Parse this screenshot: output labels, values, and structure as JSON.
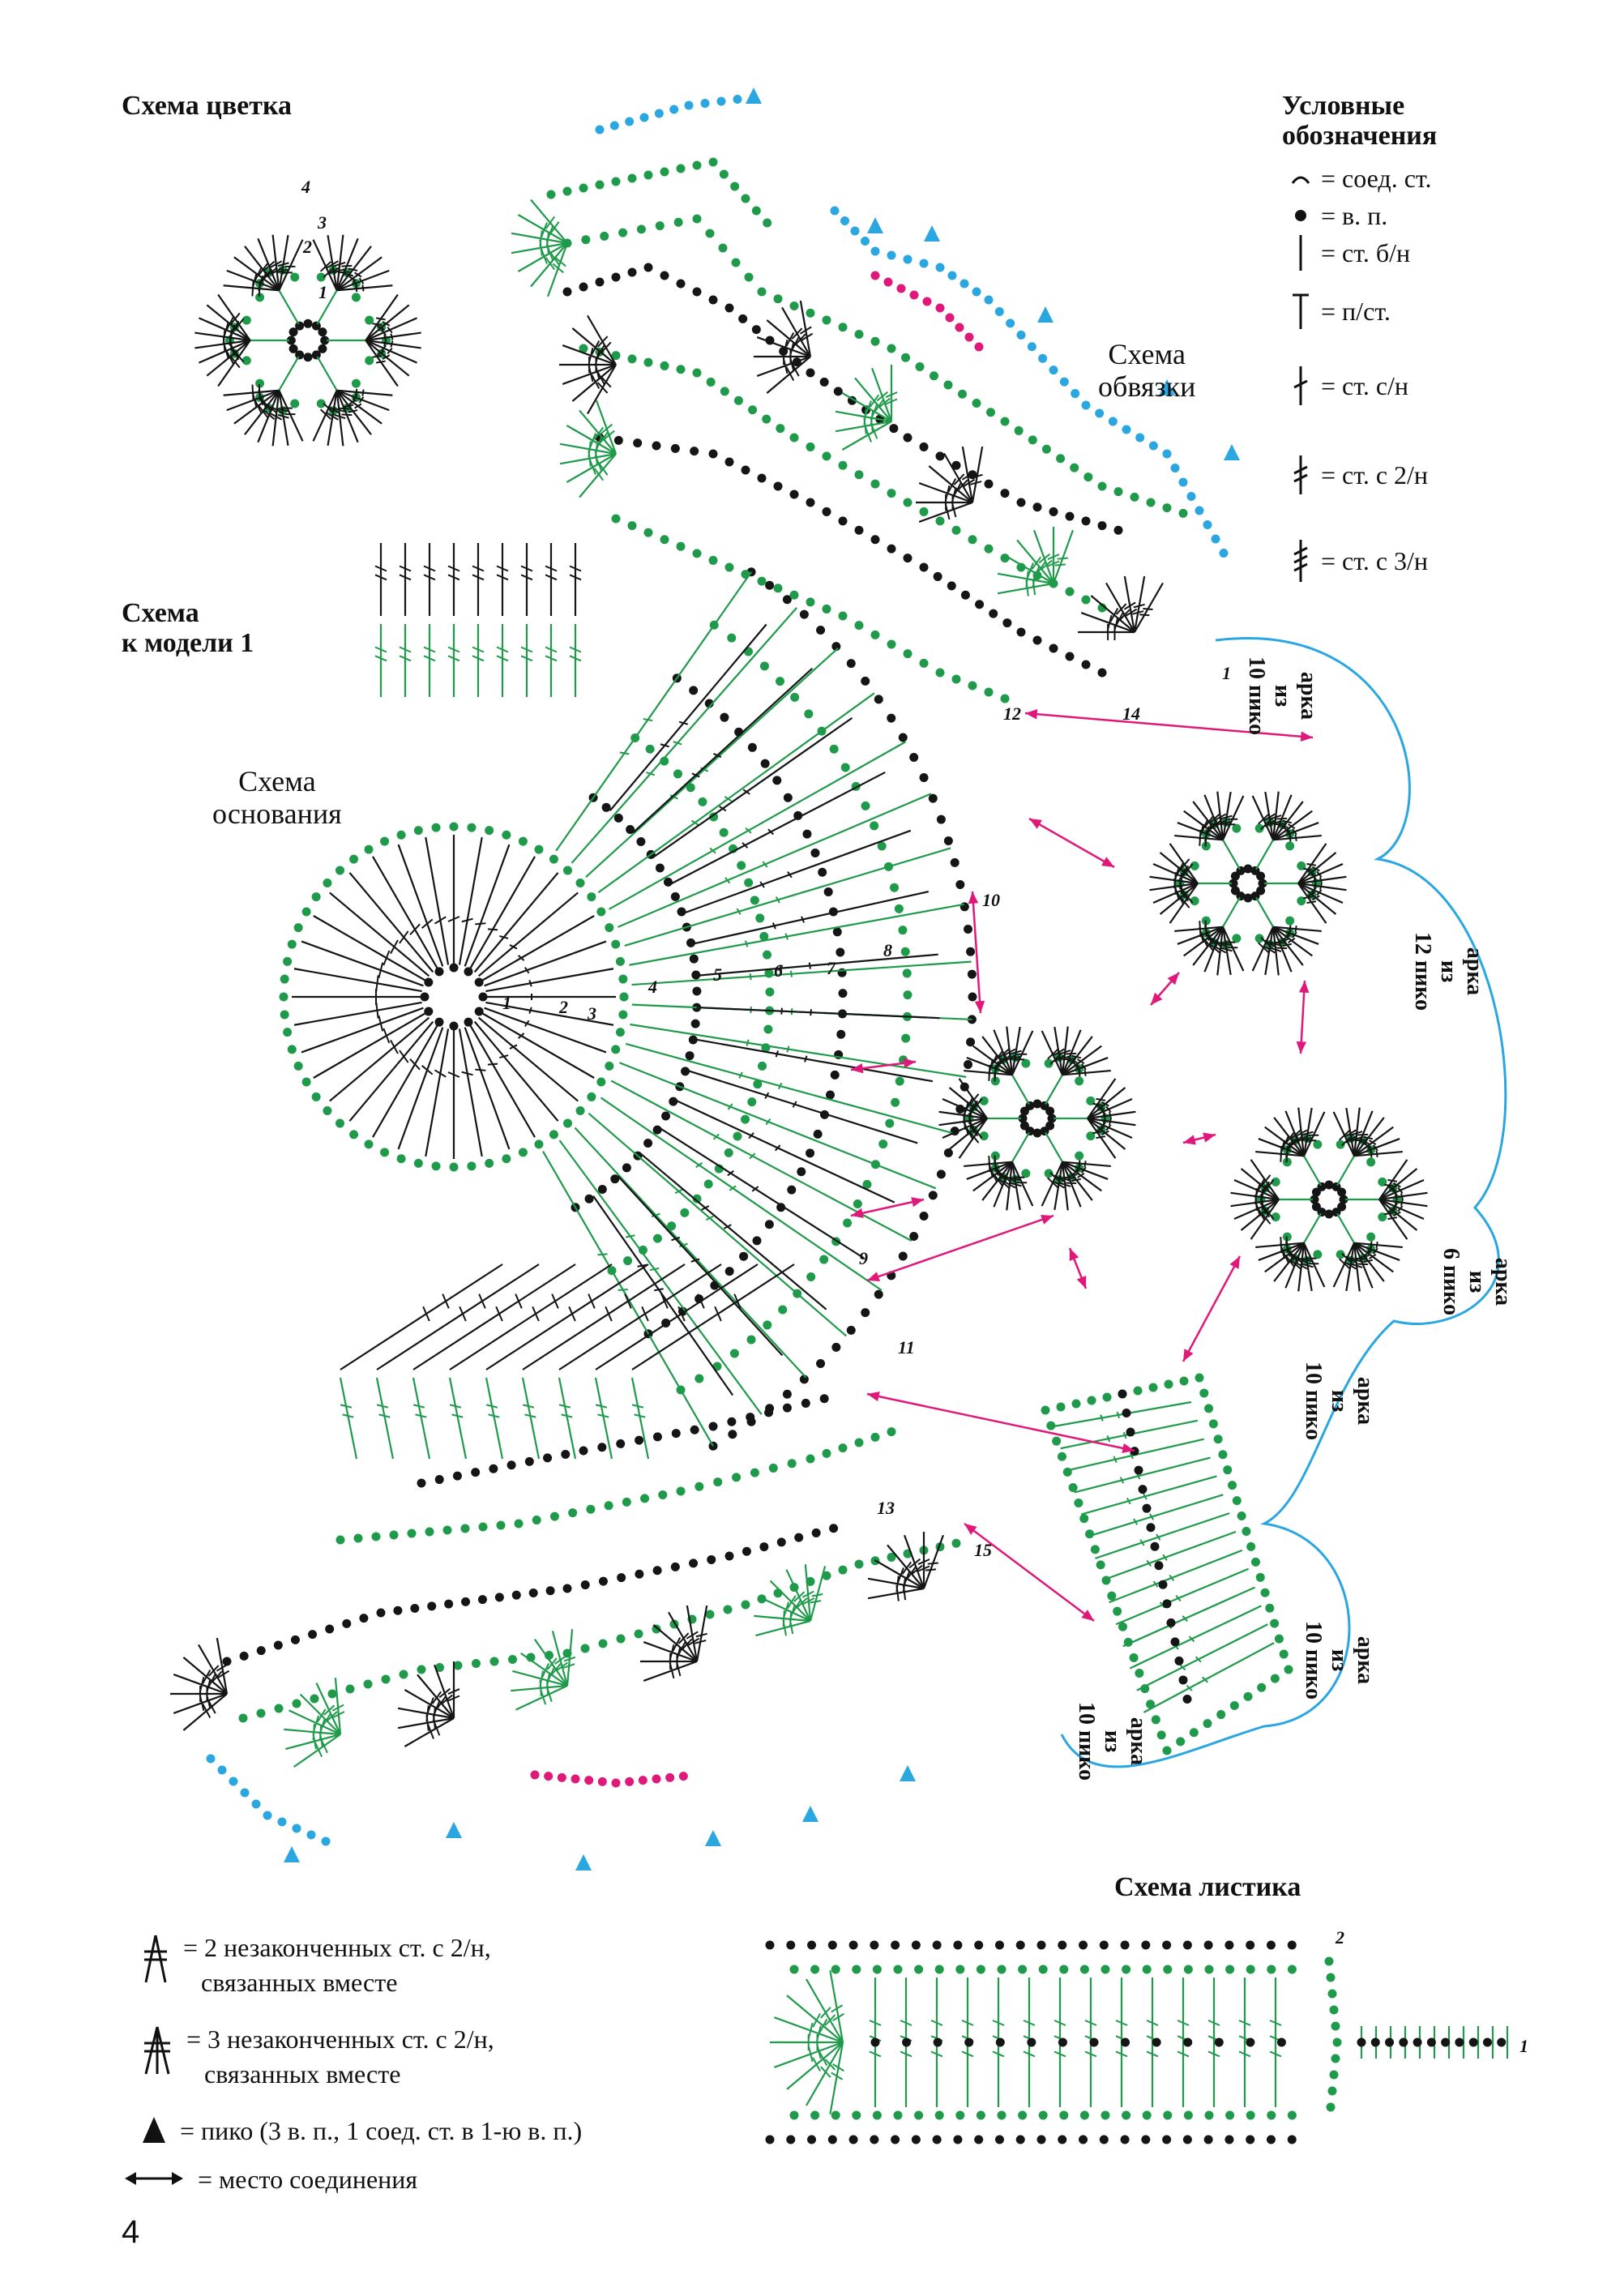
{
  "titles": {
    "flower": "Схема цветка",
    "model_line1": "Схема",
    "model_line2": "к модели 1",
    "base_line1": "Схема",
    "base_line2": "основания",
    "trim_line1": "Схема",
    "trim_line2": "обвязки",
    "leaf": "Схема листика"
  },
  "legend": {
    "title_line1": "Условные",
    "title_line2": "обозначения",
    "items": [
      {
        "label": "= соед. ст.",
        "icon": "slip-stitch-icon"
      },
      {
        "label": "= в. п.",
        "icon": "chain-dot-icon"
      },
      {
        "label": "= ст. б/н",
        "icon": "single-crochet-icon"
      },
      {
        "label": "= п/ст.",
        "icon": "half-double-icon"
      },
      {
        "label": "= ст. с/н",
        "icon": "double-crochet-icon"
      },
      {
        "label": "= ст. с 2/н",
        "icon": "treble-icon"
      },
      {
        "label": "= ст. с 3/н",
        "icon": "double-treble-icon"
      }
    ]
  },
  "bottom_legend": {
    "items": [
      {
        "line1": "= 2 незаконченных ст. с 2/н,",
        "line2": "связанных вместе",
        "icon": "two-treble-cluster-icon"
      },
      {
        "line1": "= 3 незаконченных ст. с 2/н,",
        "line2": "связанных вместе",
        "icon": "three-treble-cluster-icon"
      },
      {
        "line1": "= пико (3 в. п., 1 соед. ст. в 1-ю в. п.)",
        "icon": "picot-icon"
      },
      {
        "line1": "= место соединения",
        "icon": "join-arrow-icon"
      }
    ]
  },
  "arch_labels": [
    {
      "line1": "арка",
      "line2": "из",
      "line3": "10 пико"
    },
    {
      "line1": "арка",
      "line2": "из",
      "line3": "12 пико"
    },
    {
      "line1": "арка",
      "line2": "из",
      "line3": "6 пико"
    },
    {
      "line1": "арка",
      "line2": "из",
      "line3": "10 пико"
    },
    {
      "line1": "арка",
      "line2": "из",
      "line3": "10 пико"
    },
    {
      "line1": "арка",
      "line2": "из",
      "line3": "10 пико"
    }
  ],
  "row_numbers": {
    "flower": [
      "1",
      "2",
      "3",
      "4"
    ],
    "base": [
      "1",
      "2",
      "3",
      "4",
      "5",
      "6",
      "7",
      "8",
      "9",
      "10",
      "11",
      "12",
      "13",
      "14",
      "15"
    ],
    "trim": [
      "1"
    ],
    "leaf": [
      "1",
      "2"
    ]
  },
  "page_number": "4",
  "colors": {
    "green": "#1f9a4a",
    "black": "#151515",
    "blue": "#2aa6e0",
    "magenta": "#e0187a",
    "arch_blue": "#2aa6e0"
  }
}
